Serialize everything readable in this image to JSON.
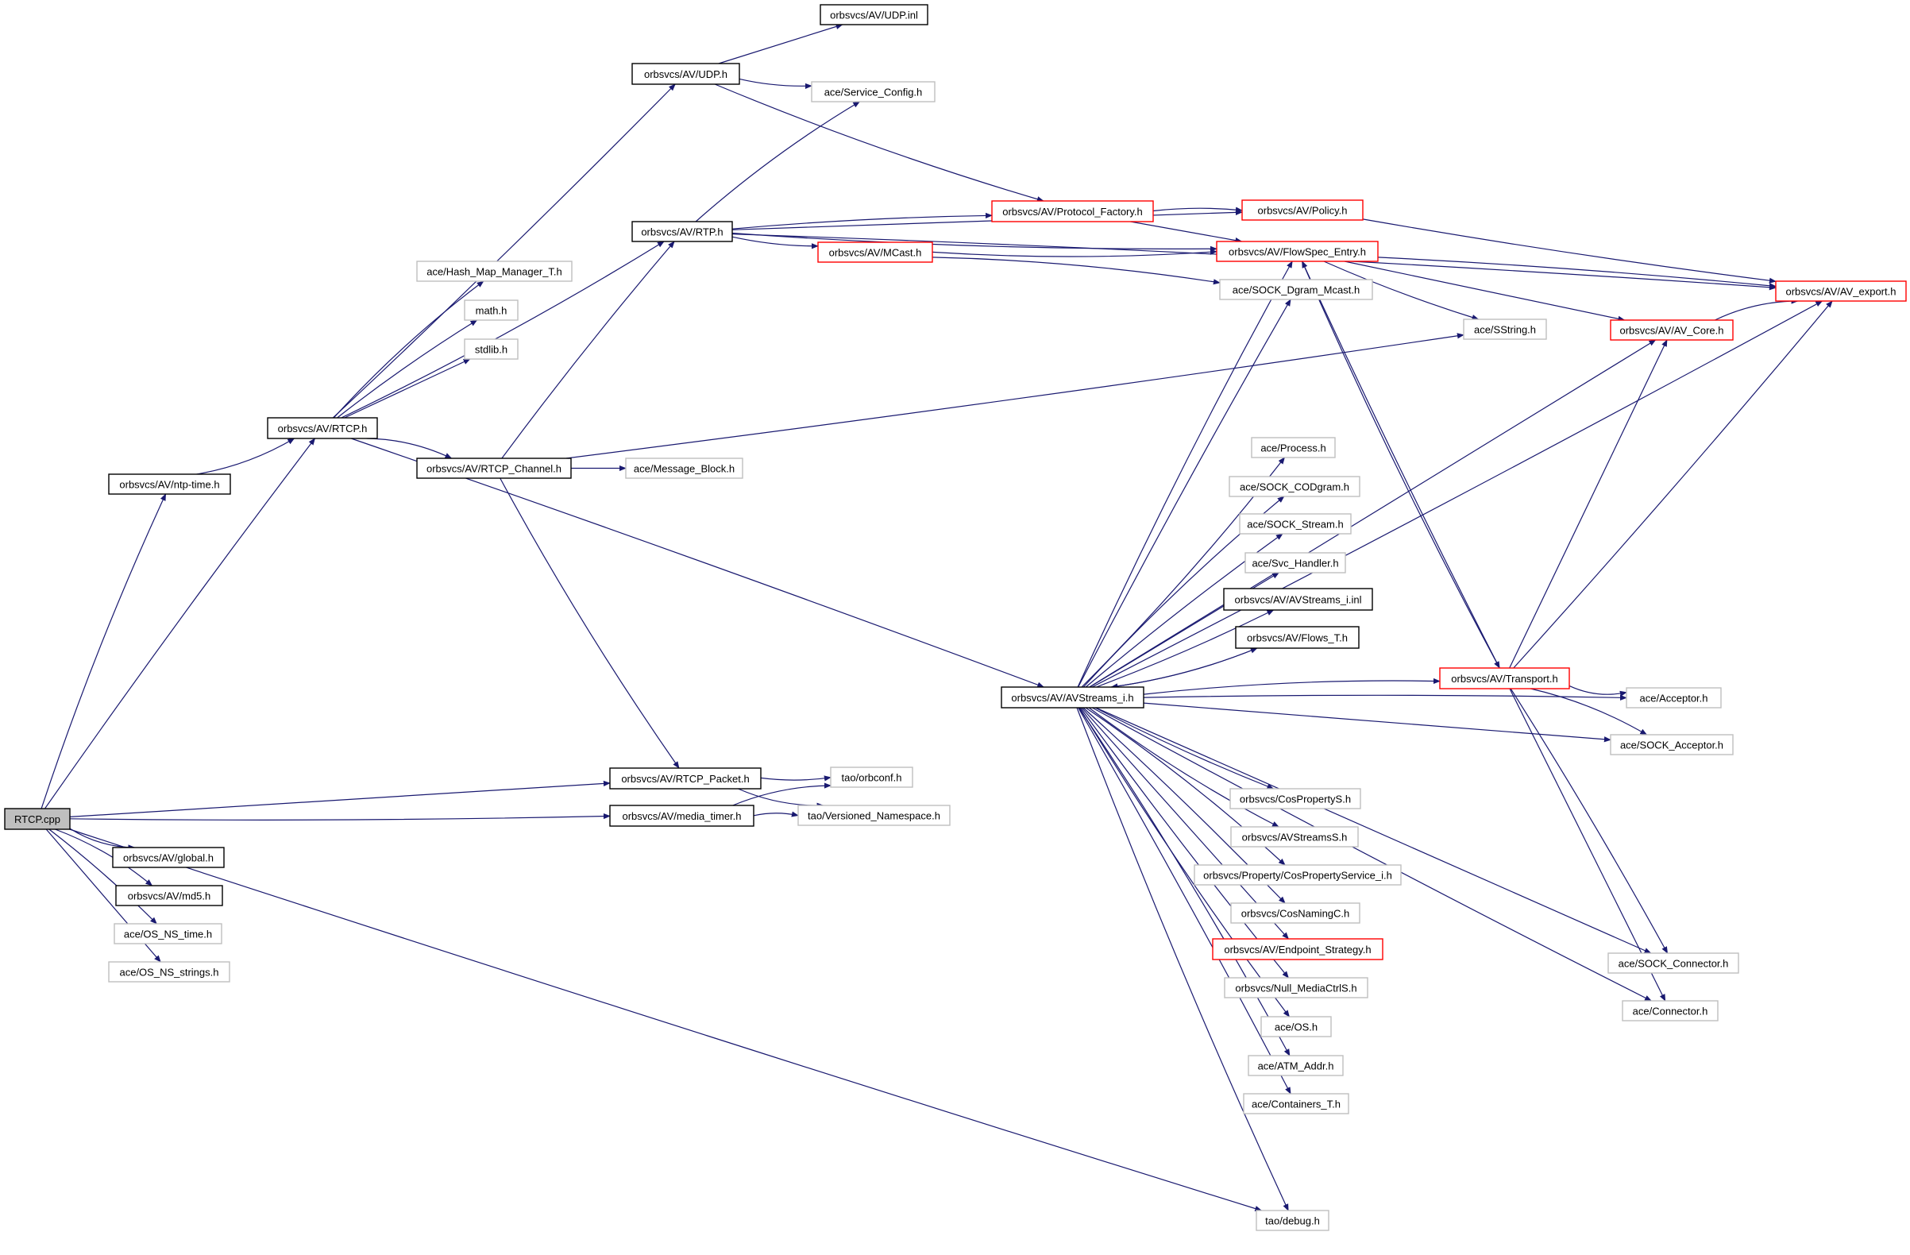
{
  "colors": {
    "edge": "#191970",
    "border_documented": "#000000",
    "border_truncated": "#ff0000",
    "border_external": "#bfbfbf",
    "root_fill": "#bfbfbf",
    "node_fill": "#ffffff"
  },
  "graph": {
    "nodes": [
      {
        "id": "rtcp_cpp",
        "label": "RTCP.cpp",
        "kind": "root"
      },
      {
        "id": "ntp_time_h",
        "label": "orbsvcs/AV/ntp-time.h",
        "kind": "documented"
      },
      {
        "id": "rtcp_h",
        "label": "orbsvcs/AV/RTCP.h",
        "kind": "documented"
      },
      {
        "id": "hash_map",
        "label": "ace/Hash_Map_Manager_T.h",
        "kind": "external"
      },
      {
        "id": "math_h",
        "label": "math.h",
        "kind": "external"
      },
      {
        "id": "stdlib_h",
        "label": "stdlib.h",
        "kind": "external"
      },
      {
        "id": "udp_inl",
        "label": "orbsvcs/AV/UDP.inl",
        "kind": "documented"
      },
      {
        "id": "udp_h",
        "label": "orbsvcs/AV/UDP.h",
        "kind": "documented"
      },
      {
        "id": "service_config",
        "label": "ace/Service_Config.h",
        "kind": "external"
      },
      {
        "id": "rtp_h",
        "label": "orbsvcs/AV/RTP.h",
        "kind": "documented"
      },
      {
        "id": "protocol_factory",
        "label": "orbsvcs/AV/Protocol_Factory.h",
        "kind": "truncated"
      },
      {
        "id": "policy_h",
        "label": "orbsvcs/AV/Policy.h",
        "kind": "truncated"
      },
      {
        "id": "mcast_h",
        "label": "orbsvcs/AV/MCast.h",
        "kind": "truncated"
      },
      {
        "id": "flowspec",
        "label": "orbsvcs/AV/FlowSpec_Entry.h",
        "kind": "truncated"
      },
      {
        "id": "sock_dgram_mcast",
        "label": "ace/SOCK_Dgram_Mcast.h",
        "kind": "external"
      },
      {
        "id": "av_export",
        "label": "orbsvcs/AV/AV_export.h",
        "kind": "truncated"
      },
      {
        "id": "sstring",
        "label": "ace/SString.h",
        "kind": "external"
      },
      {
        "id": "av_core",
        "label": "orbsvcs/AV/AV_Core.h",
        "kind": "truncated"
      },
      {
        "id": "rtcp_channel",
        "label": "orbsvcs/AV/RTCP_Channel.h",
        "kind": "documented"
      },
      {
        "id": "message_block",
        "label": "ace/Message_Block.h",
        "kind": "external"
      },
      {
        "id": "process_h",
        "label": "ace/Process.h",
        "kind": "external"
      },
      {
        "id": "sock_codgram",
        "label": "ace/SOCK_CODgram.h",
        "kind": "external"
      },
      {
        "id": "sock_stream",
        "label": "ace/SOCK_Stream.h",
        "kind": "external"
      },
      {
        "id": "svc_handler",
        "label": "ace/Svc_Handler.h",
        "kind": "external"
      },
      {
        "id": "avstreams_inl",
        "label": "orbsvcs/AV/AVStreams_i.inl",
        "kind": "documented"
      },
      {
        "id": "flows_t",
        "label": "orbsvcs/AV/Flows_T.h",
        "kind": "documented"
      },
      {
        "id": "avstreams_i",
        "label": "orbsvcs/AV/AVStreams_i.h",
        "kind": "documented"
      },
      {
        "id": "transport_h",
        "label": "orbsvcs/AV/Transport.h",
        "kind": "truncated"
      },
      {
        "id": "acceptor_h",
        "label": "ace/Acceptor.h",
        "kind": "external"
      },
      {
        "id": "sock_acceptor",
        "label": "ace/SOCK_Acceptor.h",
        "kind": "external"
      },
      {
        "id": "rtcp_packet",
        "label": "orbsvcs/AV/RTCP_Packet.h",
        "kind": "documented"
      },
      {
        "id": "orbconf",
        "label": "tao/orbconf.h",
        "kind": "external"
      },
      {
        "id": "media_timer",
        "label": "orbsvcs/AV/media_timer.h",
        "kind": "documented"
      },
      {
        "id": "versioned_ns",
        "label": "tao/Versioned_Namespace.h",
        "kind": "external"
      },
      {
        "id": "cosproperty_s",
        "label": "orbsvcs/CosPropertyS.h",
        "kind": "external"
      },
      {
        "id": "avstreams_s",
        "label": "orbsvcs/AVStreamsS.h",
        "kind": "external"
      },
      {
        "id": "cosproperty_i",
        "label": "orbsvcs/Property/CosPropertyService_i.h",
        "kind": "external"
      },
      {
        "id": "cosnaming_c",
        "label": "orbsvcs/CosNamingC.h",
        "kind": "external"
      },
      {
        "id": "endpoint_strategy",
        "label": "orbsvcs/AV/Endpoint_Strategy.h",
        "kind": "truncated"
      },
      {
        "id": "null_mediactrl",
        "label": "orbsvcs/Null_MediaCtrlS.h",
        "kind": "external"
      },
      {
        "id": "ace_os",
        "label": "ace/OS.h",
        "kind": "external"
      },
      {
        "id": "atm_addr",
        "label": "ace/ATM_Addr.h",
        "kind": "external"
      },
      {
        "id": "containers_t",
        "label": "ace/Containers_T.h",
        "kind": "external"
      },
      {
        "id": "sock_connector",
        "label": "ace/SOCK_Connector.h",
        "kind": "external"
      },
      {
        "id": "connector_h",
        "label": "ace/Connector.h",
        "kind": "external"
      },
      {
        "id": "tao_debug",
        "label": "tao/debug.h",
        "kind": "external"
      },
      {
        "id": "global_h",
        "label": "orbsvcs/AV/global.h",
        "kind": "documented"
      },
      {
        "id": "md5_h",
        "label": "orbsvcs/AV/md5.h",
        "kind": "documented"
      },
      {
        "id": "os_ns_time",
        "label": "ace/OS_NS_time.h",
        "kind": "external"
      },
      {
        "id": "os_ns_strings",
        "label": "ace/OS_NS_strings.h",
        "kind": "external"
      }
    ],
    "edges": [
      [
        "rtcp_cpp",
        "ntp_time_h"
      ],
      [
        "rtcp_cpp",
        "rtcp_h"
      ],
      [
        "rtcp_cpp",
        "rtcp_packet"
      ],
      [
        "rtcp_cpp",
        "media_timer"
      ],
      [
        "rtcp_cpp",
        "global_h"
      ],
      [
        "rtcp_cpp",
        "md5_h"
      ],
      [
        "rtcp_cpp",
        "os_ns_time"
      ],
      [
        "rtcp_cpp",
        "os_ns_strings"
      ],
      [
        "rtcp_cpp",
        "tao_debug"
      ],
      [
        "ntp_time_h",
        "rtcp_h"
      ],
      [
        "rtcp_h",
        "hash_map"
      ],
      [
        "rtcp_h",
        "math_h"
      ],
      [
        "rtcp_h",
        "stdlib_h"
      ],
      [
        "rtcp_h",
        "udp_h"
      ],
      [
        "rtcp_h",
        "rtp_h"
      ],
      [
        "rtcp_h",
        "rtcp_channel"
      ],
      [
        "rtcp_h",
        "avstreams_i"
      ],
      [
        "udp_h",
        "udp_inl"
      ],
      [
        "udp_h",
        "service_config"
      ],
      [
        "udp_h",
        "protocol_factory"
      ],
      [
        "rtp_h",
        "service_config"
      ],
      [
        "rtp_h",
        "protocol_factory"
      ],
      [
        "rtp_h",
        "policy_h"
      ],
      [
        "rtp_h",
        "mcast_h"
      ],
      [
        "rtp_h",
        "flowspec"
      ],
      [
        "rtp_h",
        "av_export"
      ],
      [
        "protocol_factory",
        "policy_h"
      ],
      [
        "protocol_factory",
        "flowspec"
      ],
      [
        "policy_h",
        "av_export"
      ],
      [
        "mcast_h",
        "flowspec"
      ],
      [
        "mcast_h",
        "sock_dgram_mcast"
      ],
      [
        "flowspec",
        "av_export"
      ],
      [
        "flowspec",
        "av_core"
      ],
      [
        "flowspec",
        "sstring"
      ],
      [
        "flowspec",
        "transport_h"
      ],
      [
        "av_core",
        "av_export"
      ],
      [
        "rtcp_channel",
        "rtp_h"
      ],
      [
        "rtcp_channel",
        "message_block"
      ],
      [
        "rtcp_channel",
        "sstring"
      ],
      [
        "rtcp_channel",
        "rtcp_packet"
      ],
      [
        "avstreams_i",
        "flowspec"
      ],
      [
        "avstreams_i",
        "sock_dgram_mcast"
      ],
      [
        "avstreams_i",
        "av_core"
      ],
      [
        "avstreams_i",
        "av_export"
      ],
      [
        "avstreams_i",
        "process_h"
      ],
      [
        "avstreams_i",
        "sock_codgram"
      ],
      [
        "avstreams_i",
        "sock_stream"
      ],
      [
        "avstreams_i",
        "svc_handler"
      ],
      [
        "avstreams_i",
        "avstreams_inl"
      ],
      [
        "avstreams_i",
        "flows_t"
      ],
      [
        "avstreams_i",
        "transport_h"
      ],
      [
        "avstreams_i",
        "acceptor_h"
      ],
      [
        "avstreams_i",
        "sock_acceptor"
      ],
      [
        "avstreams_i",
        "cosproperty_s"
      ],
      [
        "avstreams_i",
        "avstreams_s"
      ],
      [
        "avstreams_i",
        "cosproperty_i"
      ],
      [
        "avstreams_i",
        "cosnaming_c"
      ],
      [
        "avstreams_i",
        "endpoint_strategy"
      ],
      [
        "avstreams_i",
        "null_mediactrl"
      ],
      [
        "avstreams_i",
        "ace_os"
      ],
      [
        "avstreams_i",
        "atm_addr"
      ],
      [
        "avstreams_i",
        "containers_t"
      ],
      [
        "avstreams_i",
        "sock_connector"
      ],
      [
        "avstreams_i",
        "connector_h"
      ],
      [
        "avstreams_i",
        "tao_debug"
      ],
      [
        "flows_t",
        "avstreams_i"
      ],
      [
        "transport_h",
        "flowspec"
      ],
      [
        "transport_h",
        "av_core"
      ],
      [
        "transport_h",
        "av_export"
      ],
      [
        "transport_h",
        "acceptor_h"
      ],
      [
        "transport_h",
        "sock_acceptor"
      ],
      [
        "transport_h",
        "sock_connector"
      ],
      [
        "transport_h",
        "connector_h"
      ],
      [
        "rtcp_packet",
        "orbconf"
      ],
      [
        "rtcp_packet",
        "versioned_ns"
      ],
      [
        "media_timer",
        "orbconf"
      ],
      [
        "media_timer",
        "versioned_ns"
      ]
    ]
  }
}
